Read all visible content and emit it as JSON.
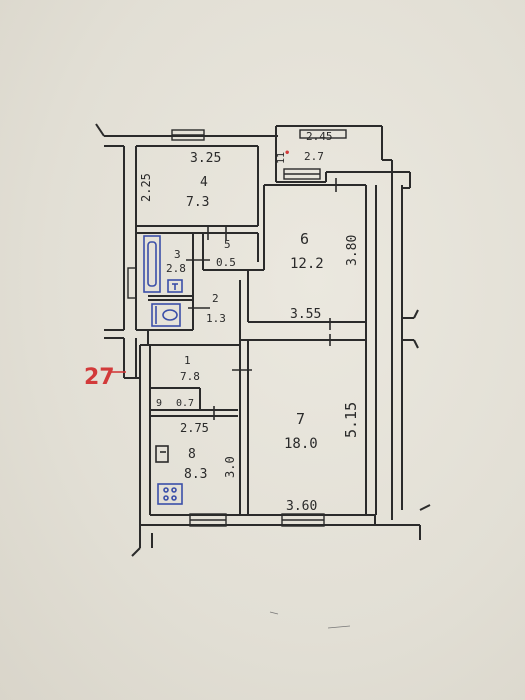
{
  "building_number": "27",
  "colors": {
    "ink": "#2b2b2b",
    "red": "#d23a3a",
    "blue": "#3b4fa8",
    "paper": "#e6e3da"
  },
  "rooms": [
    {
      "id": "4",
      "area": "7.3",
      "dims": [
        "3.25",
        "2.25"
      ]
    },
    {
      "id": "3",
      "area": "2.8"
    },
    {
      "id": "5",
      "area": "0.5"
    },
    {
      "id": "2",
      "area": "1.3"
    },
    {
      "id": "6",
      "area": "12.2",
      "dims": [
        "3.80",
        "3.55"
      ]
    },
    {
      "id": "1",
      "area": "7.8"
    },
    {
      "id": "9",
      "area": "0.7"
    },
    {
      "id": "8",
      "area": "8.3",
      "dims": [
        "2.75",
        "3.0"
      ]
    },
    {
      "id": "7",
      "area": "18.0",
      "dims": [
        "5.15",
        "3.60"
      ]
    },
    {
      "id": "11",
      "area": "2.7",
      "dims": [
        "2.45"
      ]
    }
  ],
  "fixture_icons": [
    "bathtub-icon",
    "toilet-icon",
    "sink-icon",
    "stove-icon"
  ]
}
